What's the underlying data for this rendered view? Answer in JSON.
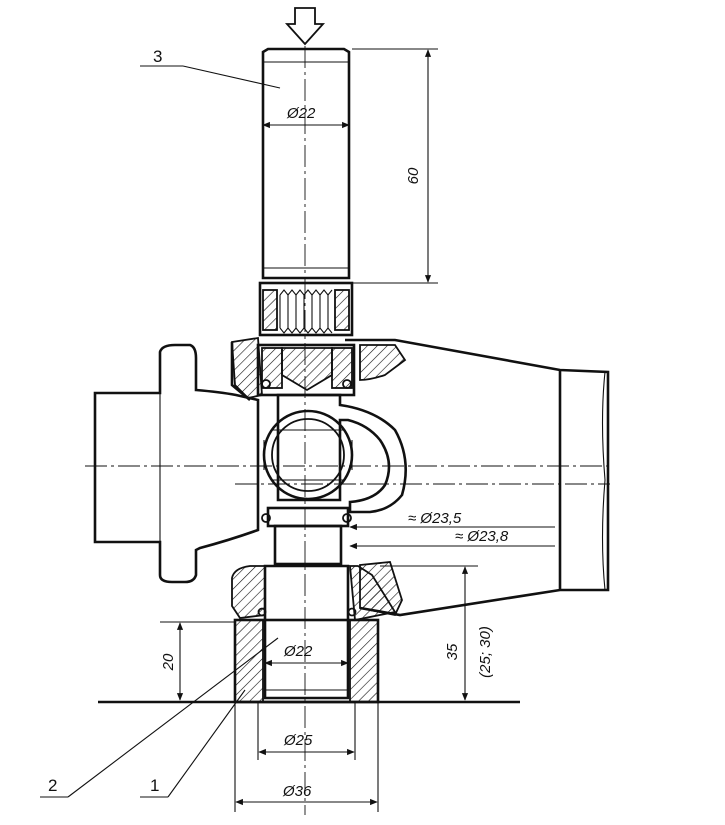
{
  "diagram": {
    "part_labels": [
      "1",
      "2",
      "3"
    ],
    "dimensions": {
      "pin_diameter_top": "Ø22",
      "pin_length": "60",
      "journal_diameter_a": "≈ Ø23,5",
      "journal_diameter_b": "≈ Ø23,8",
      "pin_diameter_bottom": "Ø22",
      "sleeve_inner_diameter": "Ø25",
      "sleeve_outer_diameter": "Ø36",
      "sleeve_height": "20",
      "support_height": "35",
      "support_height_alt": "(25; 30)"
    }
  }
}
